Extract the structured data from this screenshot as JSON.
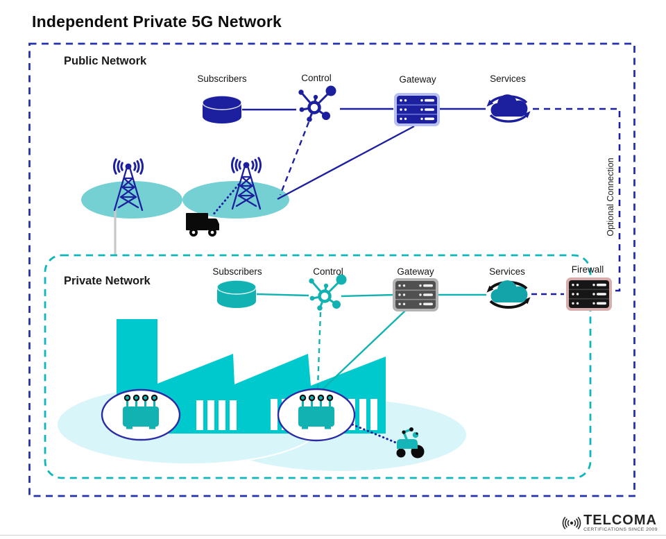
{
  "title": "Independent Private 5G Network",
  "optional_connection": "Optional Connection",
  "public_network": {
    "label": "Public Network",
    "nodes": {
      "subscribers": "Subscribers",
      "control": "Control",
      "gateway": "Gateway",
      "services": "Services"
    }
  },
  "private_network": {
    "label": "Private Network",
    "nodes": {
      "subscribers": "Subscribers",
      "control": "Control",
      "gateway": "Gateway",
      "services": "Services",
      "firewall": "Firewall"
    }
  },
  "logo": {
    "name": "TELCOMA",
    "tagline": "CERTIFICATIONS SINCE 2009"
  },
  "colors": {
    "navy": "#1c209e",
    "border_blue": "#2431ac",
    "teal": "#14b0b1",
    "private_border": "#0db6ba",
    "factory_teal": "#00c9ce",
    "coverage_teal": "#3fbec2",
    "pale_cyan": "#d8f5fa",
    "gateway_gray": "#505050",
    "firewall_border_pink": "#d8adad"
  }
}
